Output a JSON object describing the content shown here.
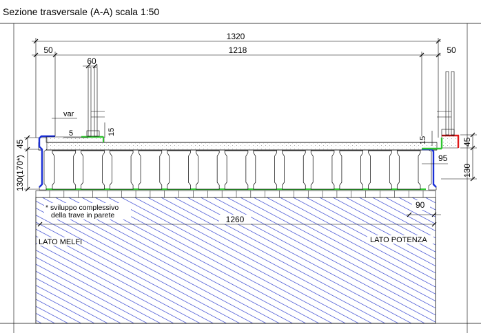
{
  "title": "Sezione trasversale (A-A)  scala  1:50",
  "dimensions": {
    "total_width": "1320",
    "inner_width": "1218",
    "left_edge": "50",
    "right_edge": "50",
    "railing_post": "60",
    "var_label": "var",
    "small_5": "5",
    "curb_15_left": "15",
    "curb_15_right": "15",
    "slab_45_left": "45",
    "slab_45_right": "45",
    "girder_height_left": "130(170*)",
    "girder_height_right": "130",
    "cantilever_95": "95",
    "wall_offset_90": "90",
    "wall_width": "1260"
  },
  "notes": {
    "development_line1": "* sviluppo complessivo",
    "development_line2": "della trave in parete"
  },
  "sides": {
    "left": "LATO MELFI",
    "right": "LATO POTENZA"
  },
  "colors": {
    "blue": "#1a2fd6",
    "green": "#2fc52f",
    "red": "#e01818",
    "hatch": "#2233cc"
  },
  "girder_count": 13
}
